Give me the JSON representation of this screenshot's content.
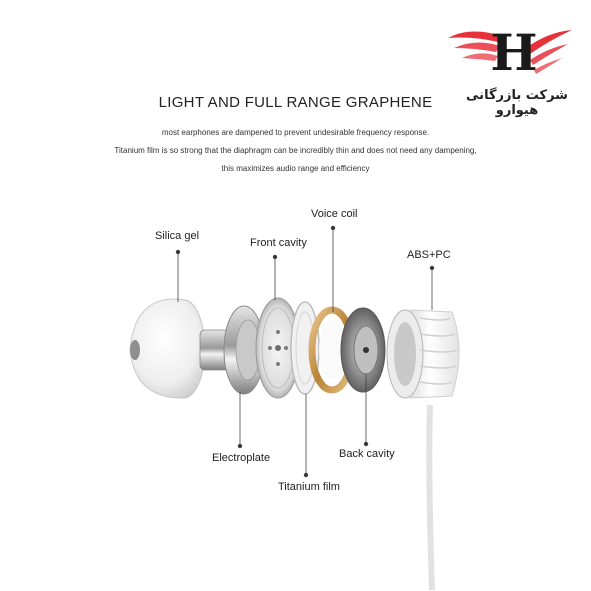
{
  "logo": {
    "letter": "H",
    "company_name": "شرکت بازرگانی هیوارو",
    "wing_color": "#e8303a"
  },
  "header": {
    "headline": "LIGHT AND FULL RANGE GRAPHENE",
    "description_lines": [
      "most earphones are dampened to prevent undesirable frequency response.",
      "Titanium film is so strong that the diaphragm can be incredibly thin and does not need any dampening,",
      "this maximizes audio range and efficiency"
    ]
  },
  "parts": {
    "silica_gel": "Silica gel",
    "front_cavity": "Front cavity",
    "voice_coil": "Voice coil",
    "abs_pc": "ABS+PC",
    "electroplate": "Electroplate",
    "back_cavity": "Back cavity",
    "titanium_film": "Titanium film"
  }
}
